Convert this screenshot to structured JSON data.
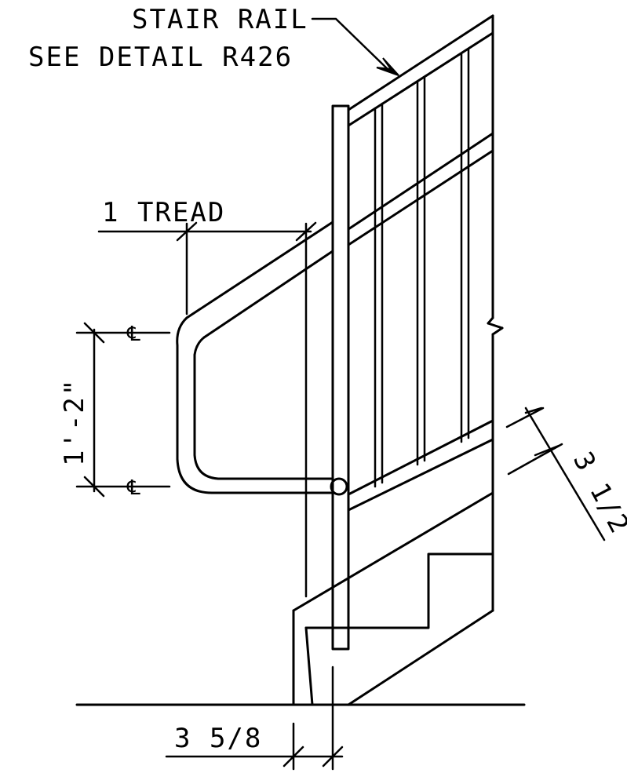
{
  "labels": {
    "stair_rail_line1": "STAIR RAIL",
    "stair_rail_line2": "SEE DETAIL R426",
    "tread": "1 TREAD",
    "height": "1'-2\"",
    "centerline_top": "℄",
    "centerline_bottom": "℄",
    "side_dim": "3 1/2",
    "bottom_dim": "3 5/8"
  }
}
